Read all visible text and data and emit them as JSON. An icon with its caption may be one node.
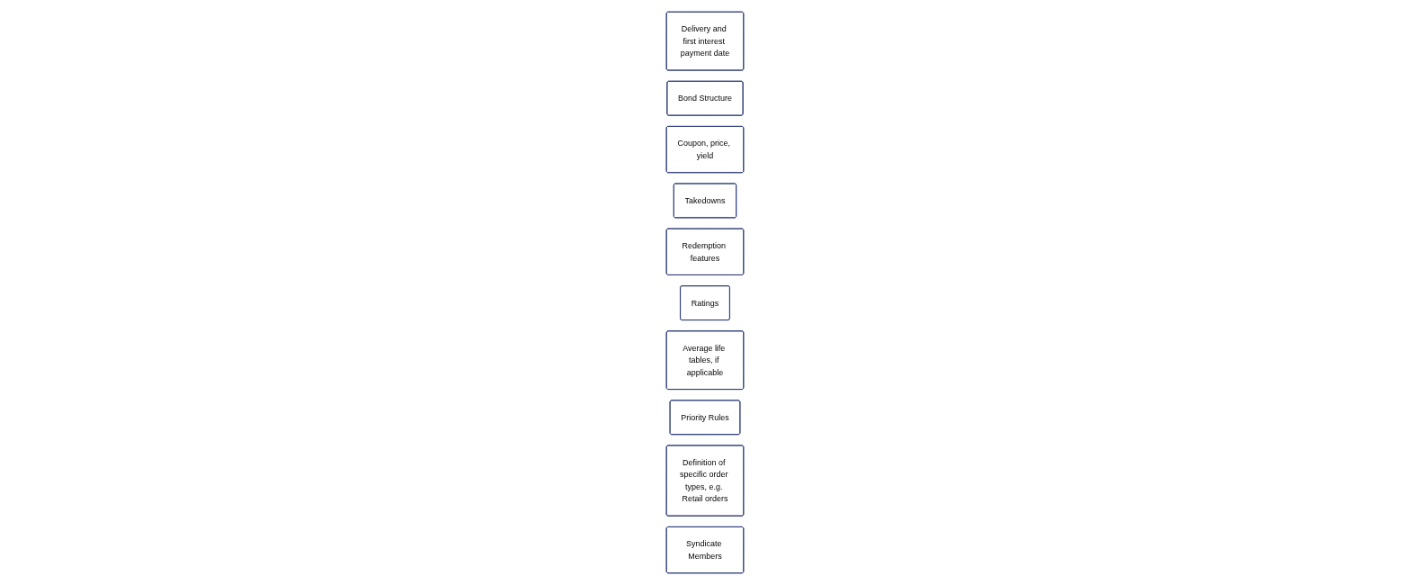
{
  "diagram": {
    "nodes": [
      {
        "text": [
          "Delivery and first interest payment date"
        ]
      },
      {
        "text": [
          "Bond Structure"
        ]
      },
      {
        "text": [
          "Coupon, price, yield"
        ]
      },
      {
        "text": [
          "Takedowns"
        ]
      },
      {
        "text": [
          "Redemption features"
        ]
      },
      {
        "text": [
          "Ratings"
        ]
      },
      {
        "text": [
          "Average life tables, if applicable"
        ]
      },
      {
        "text": [
          "Priority Rules"
        ]
      },
      {
        "text": [
          "Definition of specific order types, e.g. Retail orders"
        ]
      },
      {
        "text": [
          "Syndicate Members"
        ]
      }
    ]
  }
}
